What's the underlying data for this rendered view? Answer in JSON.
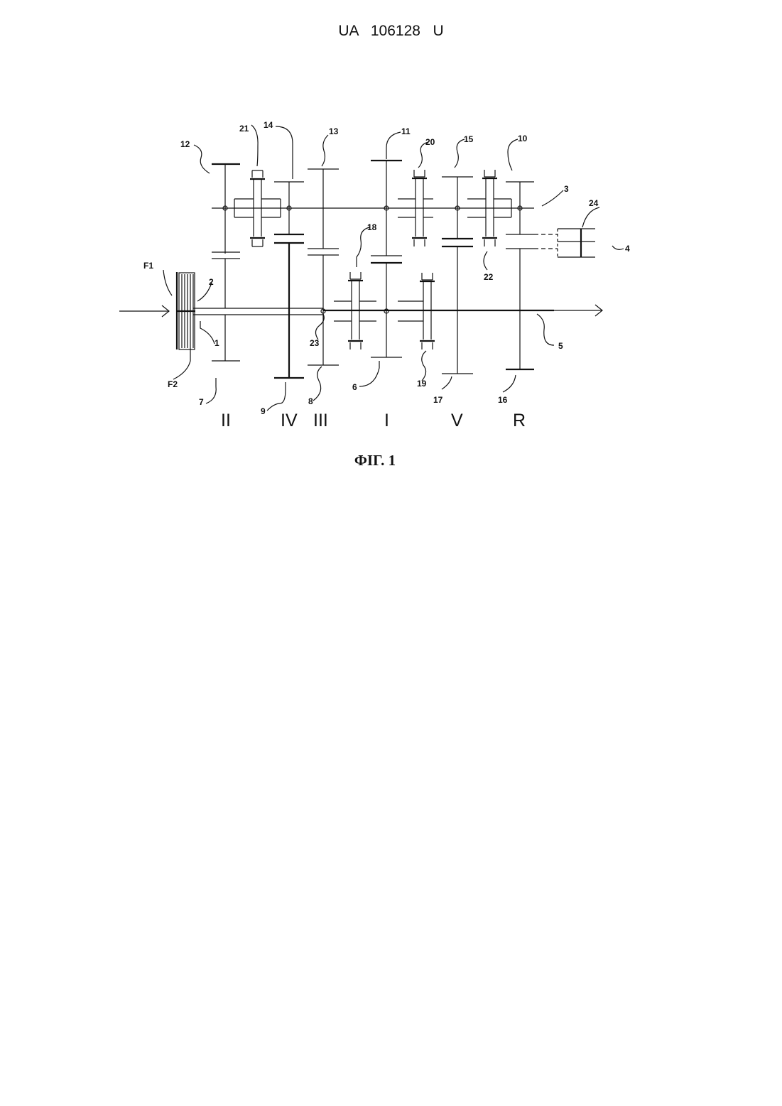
{
  "header": {
    "document_number": "UA   106128   U"
  },
  "figure": {
    "caption": "ФІГ. 1",
    "labels": {
      "n1": "1",
      "n2": "2",
      "n3": "3",
      "n4": "4",
      "n5": "5",
      "n6": "6",
      "n7": "7",
      "n8": "8",
      "n9": "9",
      "n10": "10",
      "n11": "11",
      "n12": "12",
      "n13": "13",
      "n14": "14",
      "n15": "15",
      "n16": "16",
      "n17": "17",
      "n18": "18",
      "n19": "19",
      "n20": "20",
      "n21": "21",
      "n22": "22",
      "n23": "23",
      "n24": "24",
      "f1": "F1",
      "f2": "F2"
    },
    "gears": {
      "g2": "II",
      "g4": "IV",
      "g3": "III",
      "g1": "I",
      "g5": "V",
      "gr": "R"
    }
  }
}
